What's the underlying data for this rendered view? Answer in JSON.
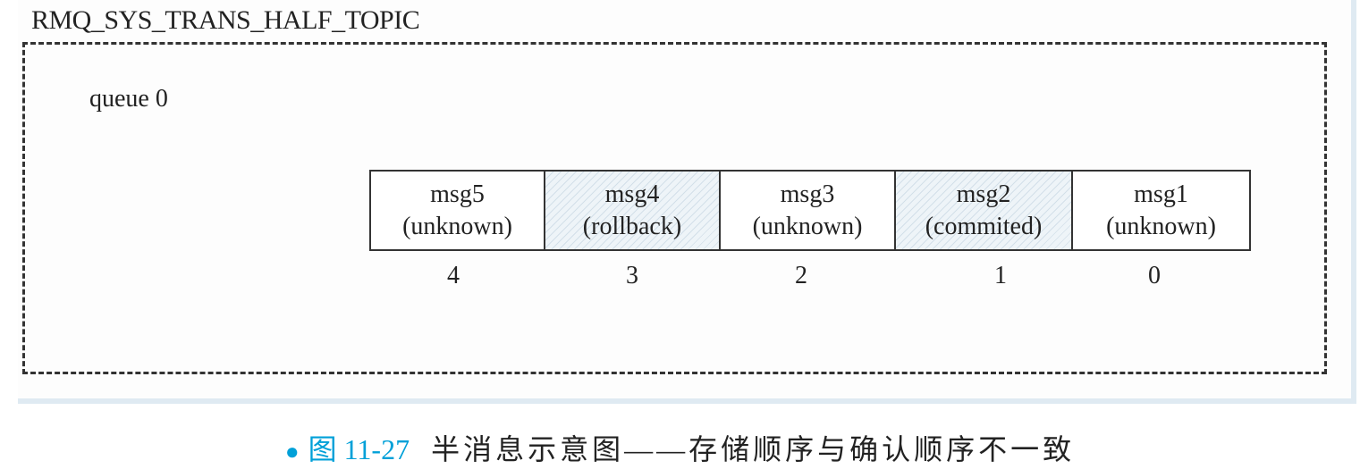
{
  "topic": "RMQ_SYS_TRANS_HALF_TOPIC",
  "queue_label": "queue 0",
  "messages": [
    {
      "name": "msg5",
      "state": "(unknown)",
      "offset": "4",
      "hatched": false
    },
    {
      "name": "msg4",
      "state": "(rollback)",
      "offset": "3",
      "hatched": true
    },
    {
      "name": "msg3",
      "state": "(unknown)",
      "offset": "2",
      "hatched": false
    },
    {
      "name": "msg2",
      "state": "(commited)",
      "offset": "1",
      "hatched": true
    },
    {
      "name": "msg1",
      "state": "(unknown)",
      "offset": "0",
      "hatched": false
    }
  ],
  "caption": {
    "bullet": "●",
    "figure_number": "图 11-27",
    "text": "半消息示意图——存储顺序与确认顺序不一致"
  },
  "colors": {
    "accent": "#00a0d8",
    "hatch_fill": "#eef4f8",
    "border": "#333333"
  }
}
